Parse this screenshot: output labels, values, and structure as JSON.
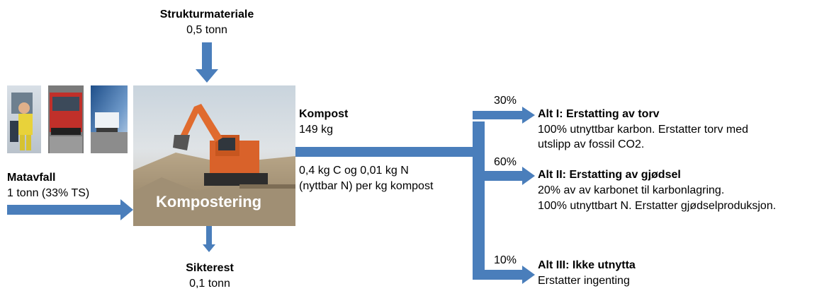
{
  "colors": {
    "arrow": "#4a7ebb",
    "node_label": "#ffffff"
  },
  "inputs": {
    "struktur": {
      "title": "Strukturmateriale",
      "amount": "0,5 tonn"
    },
    "matavfall": {
      "title": "Matavfall",
      "amount": "1 tonn (33% TS)"
    }
  },
  "process": {
    "label": "Kompostering"
  },
  "outputs": {
    "sikterest": {
      "title": "Sikterest",
      "amount": "0,1 tonn"
    },
    "kompost": {
      "title": "Kompost",
      "amount": "149 kg",
      "note_line1": "0,4 kg C og 0,01 kg  N",
      "note_line2": "(nyttbar N) per kg kompost"
    }
  },
  "alternatives": [
    {
      "percent": "30%",
      "title": "Alt I: Erstatting av torv",
      "line1": "100% utnyttbar karbon. Erstatter  torv med",
      "line2": "utslipp av fossil CO2."
    },
    {
      "percent": "60%",
      "title": "Alt II: Erstatting av gjødsel",
      "line1": "20% av av karbonet til karbonlagring.",
      "line2": "100% utnyttbart N. Erstatter gjødselproduksjon."
    },
    {
      "percent": "10%",
      "title": "Alt III: Ikke utnytta",
      "line1": "Erstatter ingenting"
    }
  ]
}
